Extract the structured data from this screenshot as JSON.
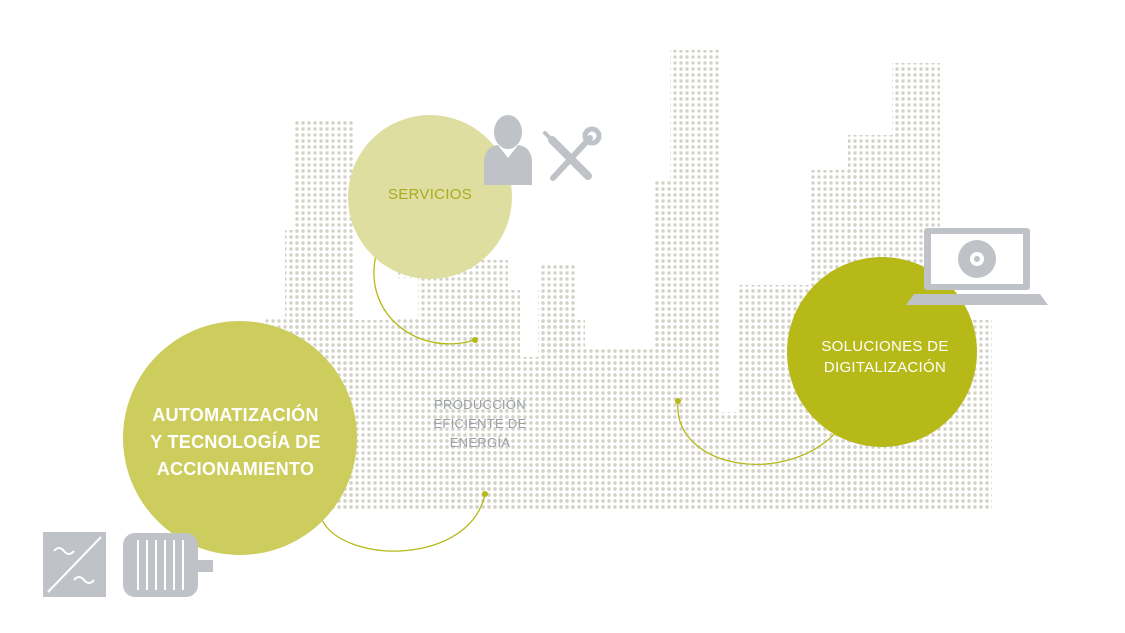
{
  "colors": {
    "dots": "#d2d2c8",
    "circle_light": "#dedea0",
    "circle_mid": "#cdcd5e",
    "circle_dark": "#b6b917",
    "connector": "#b6b917",
    "icon_gray": "#bfc3c8",
    "text_servicios": "#a9ab1e",
    "text_center": "#9aa0a6",
    "text_white": "#ffffff"
  },
  "nodes": {
    "servicios": {
      "label": "SERVICIOS"
    },
    "automatizacion": {
      "lines": [
        "AUTOMATIZACIÓN",
        "Y TECNOLOGÍA DE",
        "ACCIONAMIENTO"
      ]
    },
    "produccion": {
      "lines": [
        "PRODUCCIÓN",
        "EFICIENTE DE",
        "ENERGÍA"
      ]
    },
    "digitalizacion": {
      "lines": [
        "SOLUCIONES DE",
        "DIGITALIZACIÓN"
      ]
    }
  },
  "icons": [
    "person-icon",
    "wrench-screwdriver-icon",
    "laptop-disc-icon",
    "frequency-converter-icon",
    "motor-icon"
  ]
}
